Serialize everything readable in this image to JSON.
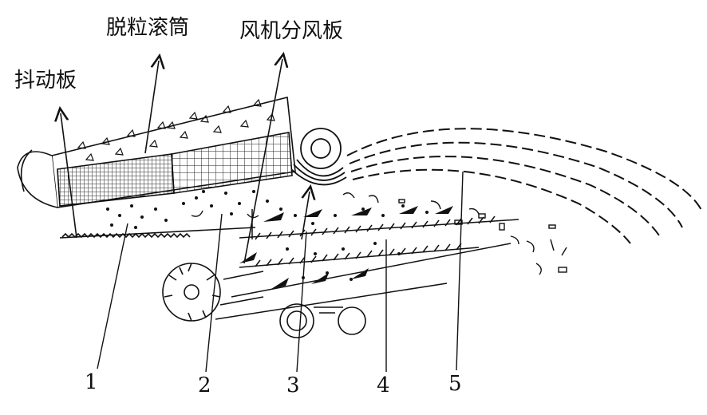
{
  "labels": {
    "shaker_plate": "抖动板",
    "threshing_drum": "脱粒滚筒",
    "fan_splitter": "风机分风板"
  },
  "numbers": [
    "1",
    "2",
    "3",
    "4",
    "5"
  ],
  "colors": {
    "ink": "#111111",
    "background": "#ffffff"
  }
}
